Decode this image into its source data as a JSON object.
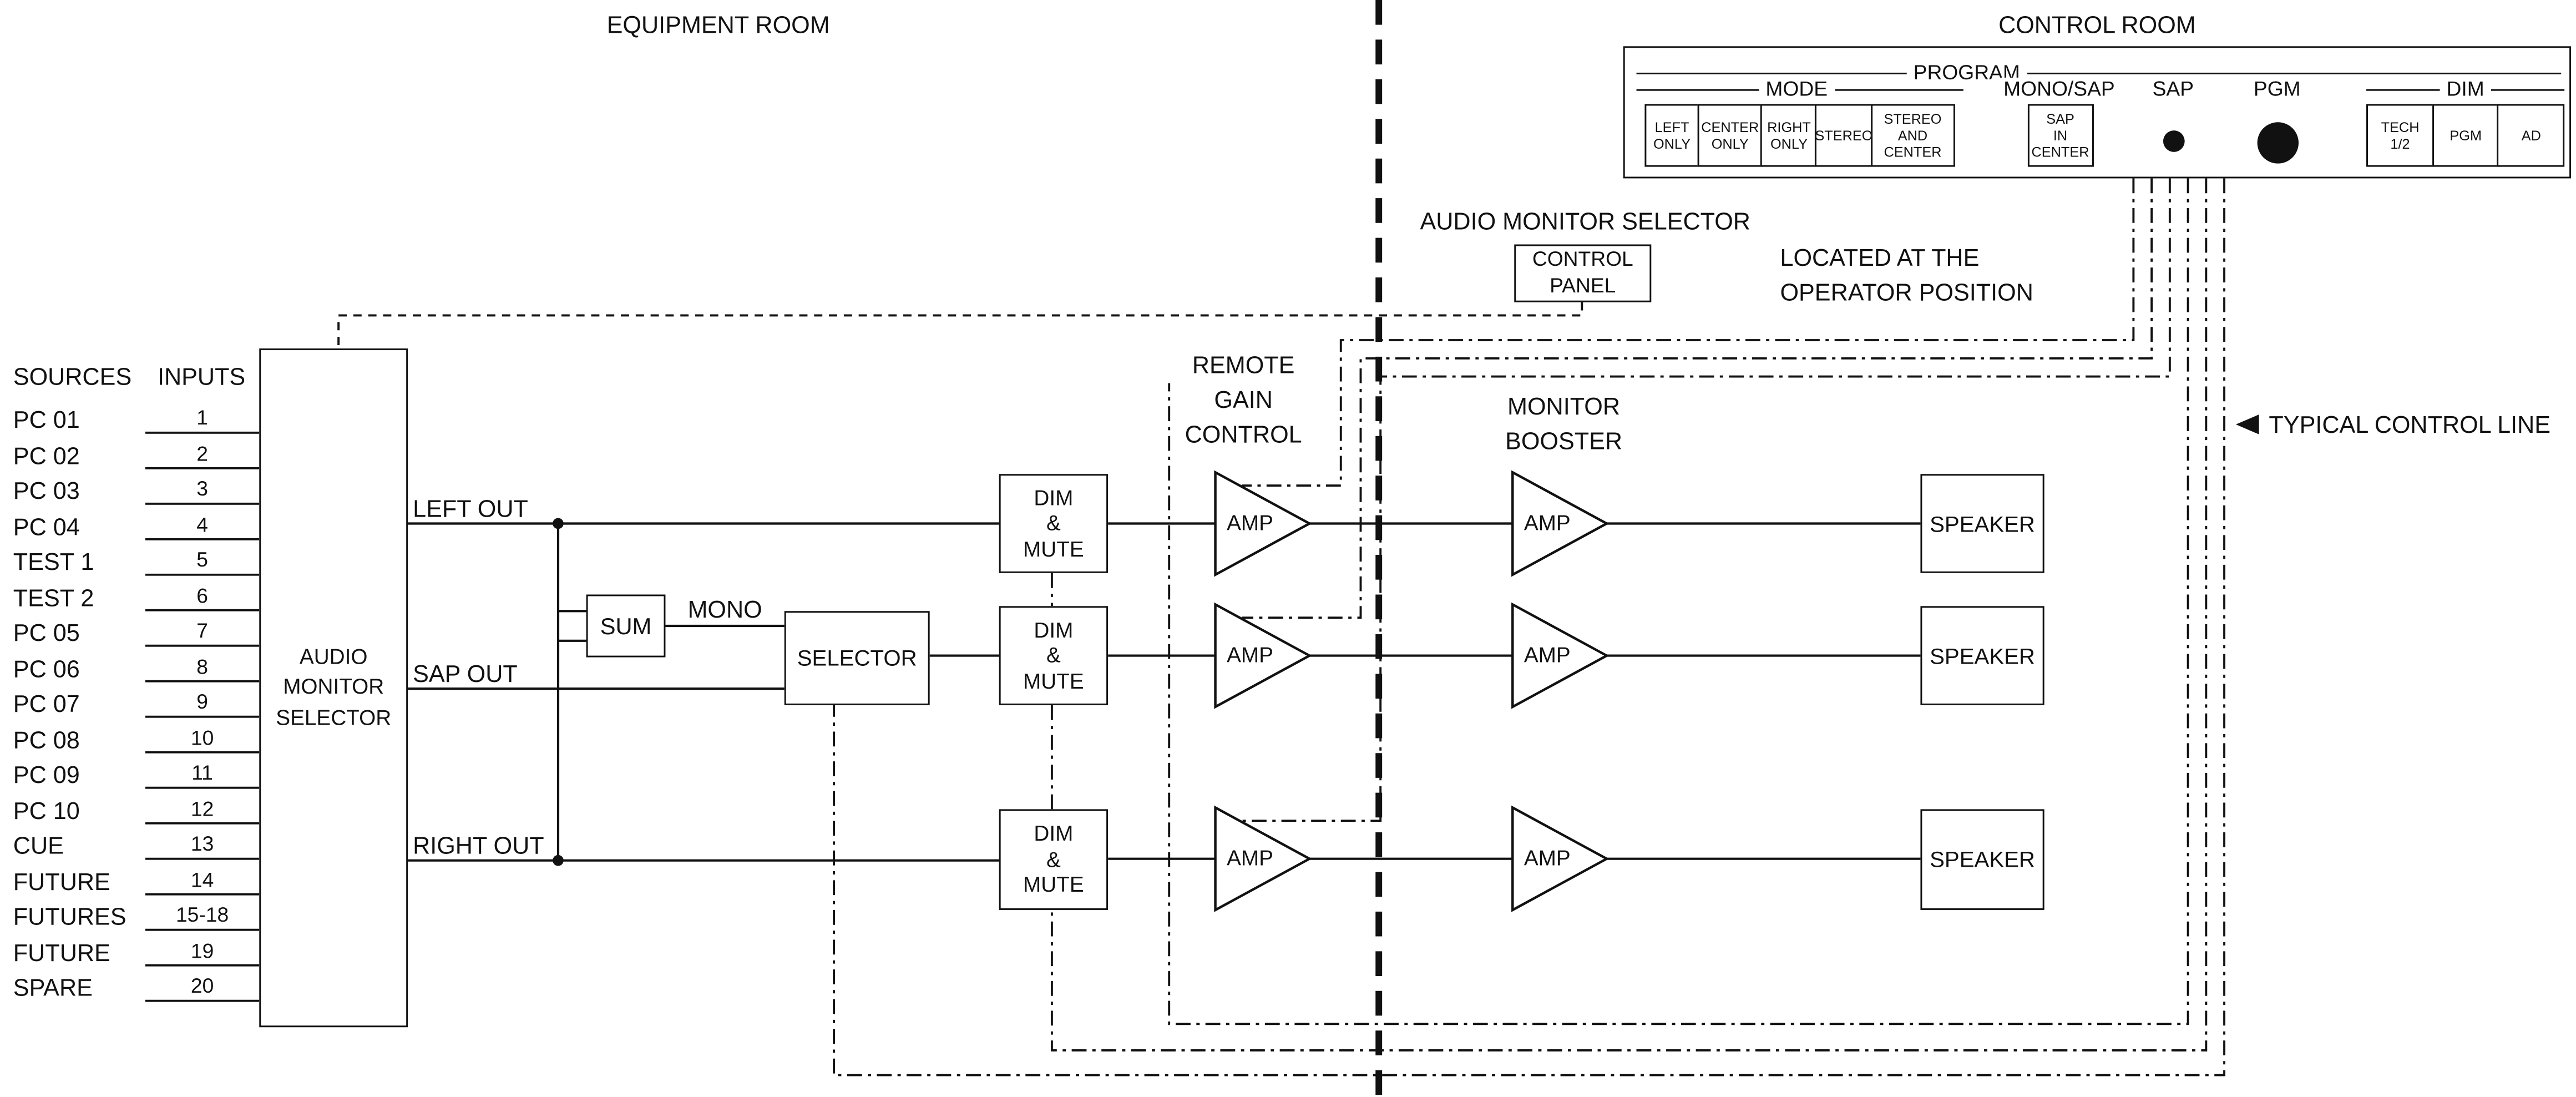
{
  "colors": {
    "ink": "#111111",
    "background": "#ffffff"
  },
  "page": {
    "equipment_room": "EQUIPMENT ROOM",
    "control_room": "CONTROL ROOM",
    "typical_control_line": "TYPICAL CONTROL LINE"
  },
  "program_panel": {
    "title": "PROGRAM",
    "mode": {
      "label": "MODE",
      "buttons": [
        "LEFT\nONLY",
        "CENTER\nONLY",
        "RIGHT\nONLY",
        "STEREO",
        "STEREO\nAND\nCENTER"
      ]
    },
    "mono_sap": {
      "label": "MONO/SAP",
      "button": "SAP\nIN\nCENTER"
    },
    "sap": {
      "label": "SAP"
    },
    "pgm": {
      "label": "PGM"
    },
    "dim": {
      "label": "DIM",
      "buttons": [
        "TECH\n1/2",
        "PGM",
        "AD"
      ]
    }
  },
  "operator": {
    "title": "AUDIO MONITOR SELECTOR",
    "control_panel": "CONTROL\nPANEL",
    "located": "LOCATED AT THE\nOPERATOR POSITION"
  },
  "sources": {
    "header_sources": "SOURCES",
    "header_inputs": "INPUTS",
    "rows": [
      {
        "source": "PC 01",
        "input": "1"
      },
      {
        "source": "PC 02",
        "input": "2"
      },
      {
        "source": "PC 03",
        "input": "3"
      },
      {
        "source": "PC 04",
        "input": "4"
      },
      {
        "source": "TEST 1",
        "input": "5"
      },
      {
        "source": "TEST 2",
        "input": "6"
      },
      {
        "source": "PC 05",
        "input": "7"
      },
      {
        "source": "PC 06",
        "input": "8"
      },
      {
        "source": "PC 07",
        "input": "9"
      },
      {
        "source": "PC 08",
        "input": "10"
      },
      {
        "source": "PC 09",
        "input": "11"
      },
      {
        "source": "PC 10",
        "input": "12"
      },
      {
        "source": "CUE",
        "input": "13"
      },
      {
        "source": "FUTURE",
        "input": "14"
      },
      {
        "source": "FUTURES",
        "input": "15-18"
      },
      {
        "source": "FUTURE",
        "input": "19"
      },
      {
        "source": "SPARE",
        "input": "20"
      }
    ]
  },
  "blocks": {
    "audio_monitor_selector": "AUDIO\nMONITOR\nSELECTOR",
    "left_out": "LEFT OUT",
    "sap_out": "SAP OUT",
    "right_out": "RIGHT OUT",
    "sum": "SUM",
    "mono": "MONO",
    "selector": "SELECTOR",
    "dim_mute": "DIM\n&\nMUTE",
    "remote_gain_control": "REMOTE\nGAIN\nCONTROL",
    "monitor_booster": "MONITOR\nBOOSTER",
    "amp": "AMP",
    "speaker": "SPEAKER"
  }
}
